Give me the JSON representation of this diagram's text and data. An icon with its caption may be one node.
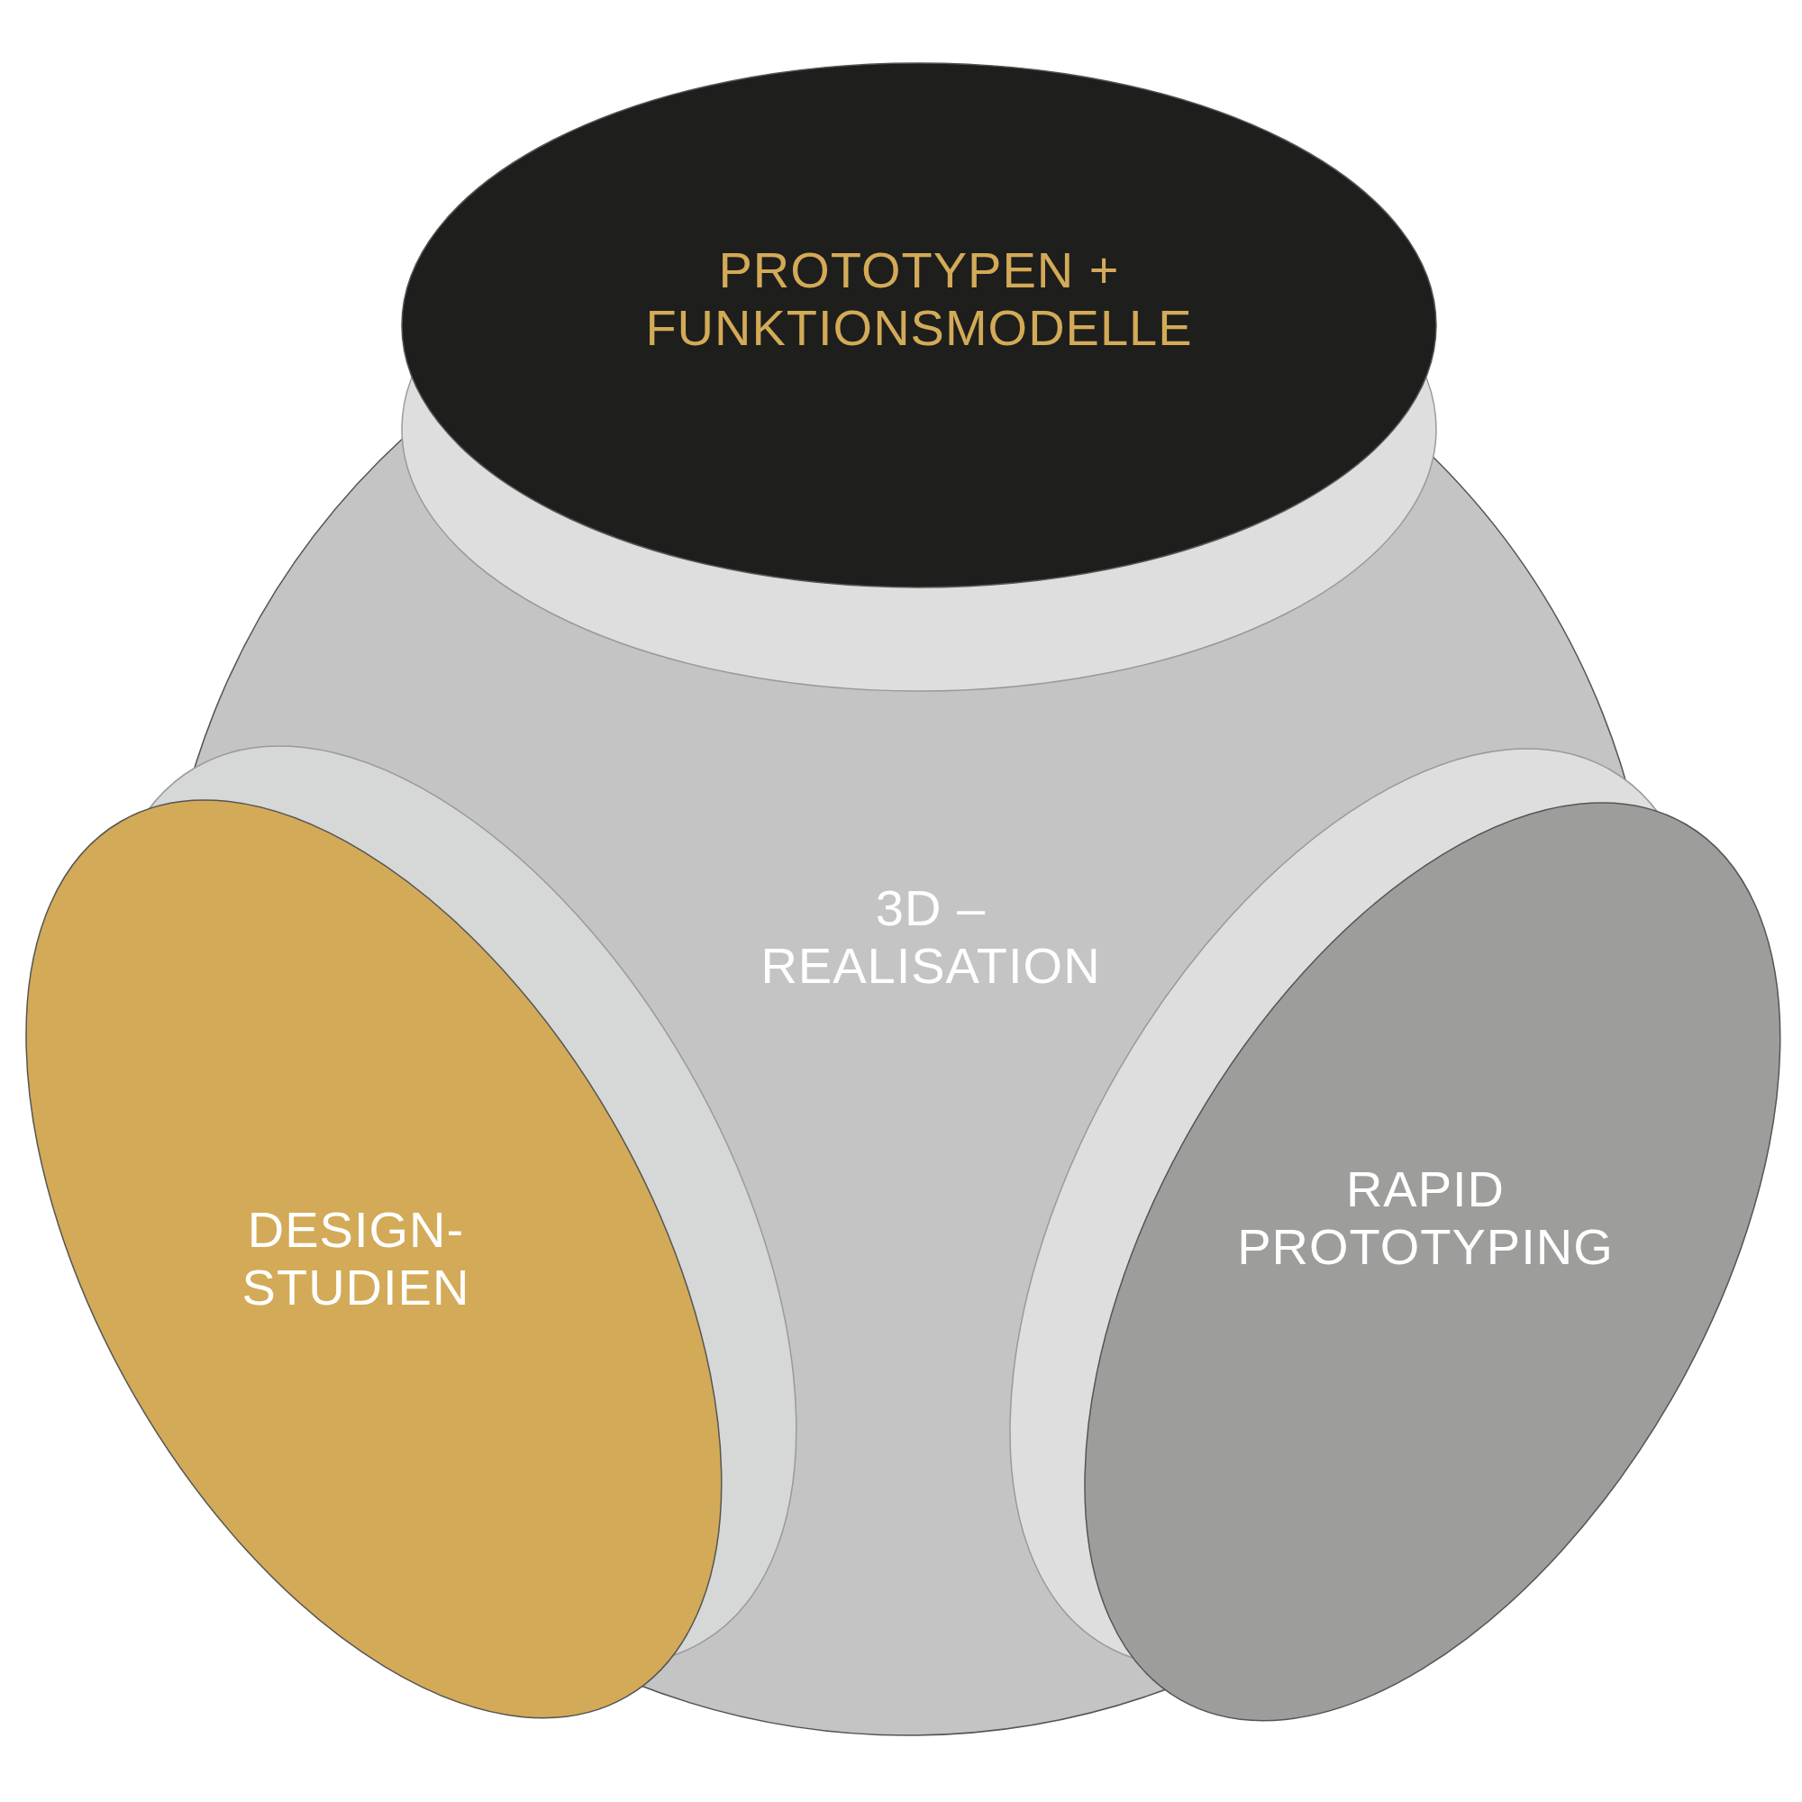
{
  "diagram": {
    "nodes": [
      {
        "text": [
          "PROTOTYPEN + FUNKTIONSMODELLE"
        ]
      },
      {
        "text": [
          "3D – REALISATION"
        ]
      },
      {
        "text": [
          "DESIGN-STUDIEN"
        ]
      },
      {
        "text": [
          "RAPID PROTOTYPING"
        ]
      }
    ]
  }
}
